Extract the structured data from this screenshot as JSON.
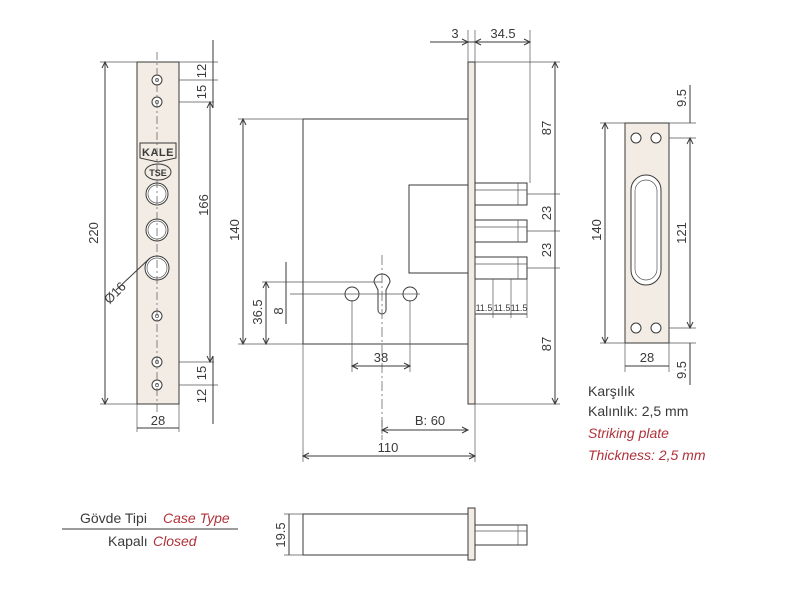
{
  "front_plate": {
    "height_label": "220",
    "inner_height_label": "166",
    "width_label": "28",
    "top_spacing_1": "12",
    "top_spacing_2": "15",
    "bottom_spacing_1": "15",
    "bottom_spacing_2": "12",
    "hole_diameter_label": "Ø16",
    "brand_logo_text": "KALE",
    "cert_logo_text": "TSE"
  },
  "lock_body": {
    "height_label": "140",
    "offset_label": "36.5",
    "small_offset_label": "8",
    "center_distance_label": "38",
    "backset_label": "B: 60",
    "depth_label": "110",
    "faceplate_thickness_label": "3",
    "bolt_projection_label": "34.5",
    "top_gap_label": "87",
    "bottom_gap_label": "87",
    "bolt_spacing_1": "23",
    "bolt_spacing_2": "23",
    "bolt_width_1": "11.5",
    "bolt_width_2": "11.5",
    "bolt_width_3": "11.5"
  },
  "striking_plate": {
    "height_label": "140",
    "slot_label": "121",
    "width_label": "28",
    "top_label": "9.5",
    "bottom_label": "9.5",
    "caption_tr_1": "Karşılık",
    "caption_tr_2": "Kalınlık: 2,5 mm",
    "caption_en_1": "Striking plate",
    "caption_en_2": "Thickness: 2,5 mm"
  },
  "case_type": {
    "label_tr": "Gövde Tipi",
    "label_en": "Case Type",
    "value_tr": "Kapalı",
    "value_en": "Closed",
    "side_height_label": "19.5"
  },
  "colors": {
    "line": "#3a3a3a",
    "plate_fill": "#f3ece4",
    "accent_red": "#b0323a"
  }
}
